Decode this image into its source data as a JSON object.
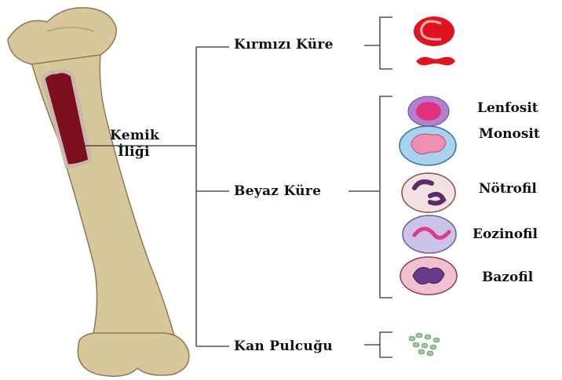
{
  "root": {
    "line1": "Kemik",
    "line2": "İliği"
  },
  "branches": {
    "red": "Kırmızı Küre",
    "white": "Beyaz Küre",
    "platelet": "Kan Pulcuğu"
  },
  "white_cells": [
    "Lenfosit",
    "Monosit",
    "Nötrofil",
    "Eozinofil",
    "Bazofil"
  ],
  "colors": {
    "bone": "#d9c99a",
    "marrow": "#7d0e1e",
    "rbc": "#e0141e",
    "lymphocyte": "#b27fd1",
    "monocyte": "#a7d3ef",
    "neutrophil": "#f4e2e2",
    "eosinophil": "#ccc3ea",
    "basophil": "#f1c0d0",
    "platelet": "#9cc9a5"
  }
}
